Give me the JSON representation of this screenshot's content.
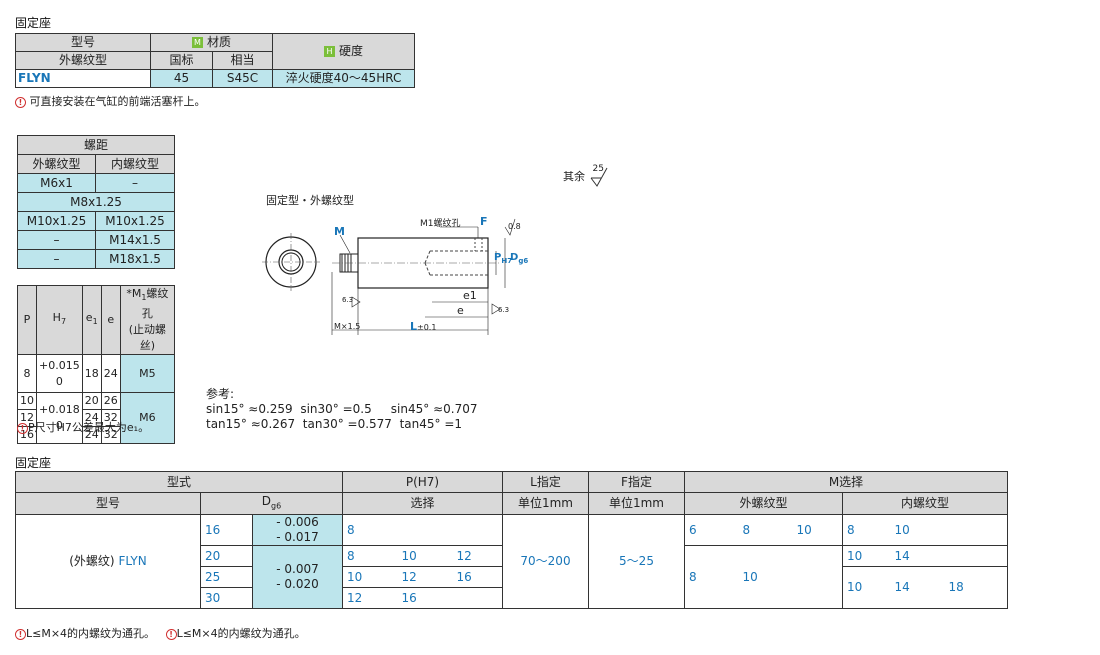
{
  "section1": {
    "title": "固定座",
    "hdr_model": "型号",
    "hdr_material": "材质",
    "hdr_hardness": "硬度",
    "hdr_thread_type": "外螺纹型",
    "hdr_national": "国标",
    "hdr_equiv": "相当",
    "row_model": "FLYN",
    "row_national": "45",
    "row_equiv": "S45C",
    "row_hardness": "淬火硬度40～45HRC",
    "note": "可直接安装在气缸的前端活塞杆上。",
    "badge_m": "M",
    "badge_h": "H"
  },
  "pitch_table": {
    "title": "螺距",
    "col1": "外螺纹型",
    "col2": "内螺纹型",
    "rows": [
      {
        "a": "M6x1",
        "b": "–"
      },
      {
        "ab": "M8x1.25"
      },
      {
        "a": "M10x1.25",
        "b": "M10x1.25"
      },
      {
        "a": "–",
        "b": "M14x1.5"
      },
      {
        "a": "–",
        "b": "M18x1.5"
      }
    ]
  },
  "ph_table": {
    "h_p": "P",
    "h_h7": "H",
    "h_h7_sub": "7",
    "h_e1": "e",
    "h_e1_sub": "1",
    "h_e": "e",
    "h_m1": "*M",
    "h_m1_sub": "1",
    "h_m1_rest": "螺纹孔",
    "h_m1_line2": "(止动螺丝)",
    "r1_p": "8",
    "r1_tol": "+0.015",
    "r1_tol2": "0",
    "r1_e1": "18",
    "r1_e": "24",
    "r1_m": "M5",
    "r2_p": [
      "10",
      "12",
      "16"
    ],
    "r2_tol": "+0.018",
    "r2_tol2": "0",
    "r2_e1": [
      "20",
      "24",
      "24"
    ],
    "r2_e": [
      "26",
      "32",
      "32"
    ],
    "r2_m": "M6",
    "note": "P尺寸H7公差最大为e₁。"
  },
  "drawing": {
    "caption": "固定型・外螺纹型",
    "rest_text": "其余",
    "rest_val": "25",
    "label_m": "M",
    "label_m1": "M1螺纹孔",
    "label_f": "F",
    "label_p": "P",
    "label_p_sub": "H7",
    "label_d": "D",
    "label_d_sub": "g6",
    "label_e1": "e1",
    "label_e": "e",
    "label_l": "L",
    "label_l_tol": "±0.1",
    "label_mx": "M×1.5",
    "rough_08": "0.8",
    "rough_63": "6.3",
    "rough_63b": "6.3"
  },
  "reference": {
    "title": "参考:",
    "line1": "sin15° ≈0.259  sin30° =0.5     sin45° ≈0.707",
    "line2": "tan15° ≈0.267  tan30° =0.577  tan45° =1"
  },
  "section2": {
    "title": "固定座",
    "h_type": "型式",
    "h_p": "P(H7)",
    "h_l": "L指定",
    "h_f": "F指定",
    "h_m": "M选择",
    "h_model": "型号",
    "h_d": "D",
    "h_d_sub": "g6",
    "h_choose": "选择",
    "h_unit_l": "单位1mm",
    "h_unit_f": "单位1mm",
    "h_outer": "外螺纹型",
    "h_inner": "内螺纹型",
    "model": "(外螺纹) FLYN",
    "model_code": "FLYN",
    "model_prefix": "(外螺纹)",
    "d_rows": [
      "16",
      "20",
      "25",
      "30"
    ],
    "tol1a": "- 0.006",
    "tol1b": "- 0.017",
    "tol2a": "- 0.007",
    "tol2b": "- 0.020",
    "p_r1": [
      "8"
    ],
    "p_r2": [
      "8",
      "10",
      "12"
    ],
    "p_r3": [
      "10",
      "12",
      "16"
    ],
    "p_r4": [
      "12",
      "16"
    ],
    "l_range": "70～200",
    "f_range": "5～25",
    "m_out_r1": [
      "6",
      "8",
      "10"
    ],
    "m_out_r2": [
      "8",
      "10"
    ],
    "m_in_r1": [
      "8",
      "10"
    ],
    "m_in_r2": [
      "10",
      "14"
    ],
    "m_in_r3": [
      "10",
      "14",
      "18"
    ],
    "note1": "L≤M×4的内螺纹为通孔。",
    "note2": "L≤M×4的内螺纹为通孔。"
  },
  "colors": {
    "header_gray": "#d9d9d9",
    "cyan": "#bde5ec",
    "blue_text": "#1976b8",
    "badge_green": "#7bbf3a",
    "note_red": "#d03030"
  }
}
